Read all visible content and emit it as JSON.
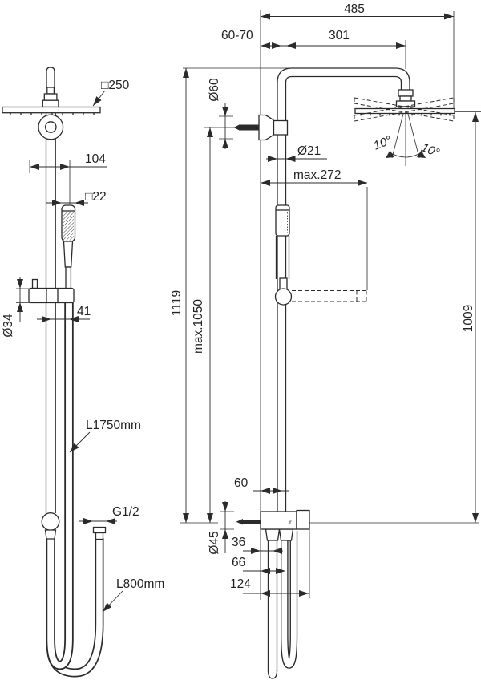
{
  "colors": {
    "line": "#2b2b2b",
    "background": "#ffffff"
  },
  "side_view": {
    "head_size_label": "□250",
    "head_offset_label": "104",
    "handspray_size_label": "□22",
    "slider_diameter_label": "Ø34",
    "slider_offset_label": "41",
    "shower_hose_label": "L1750mm",
    "thread_label": "G1/2",
    "inlet_hose_label": "L800mm"
  },
  "front_view": {
    "overall_width_label": "485",
    "wall_offset_label": "60-70",
    "arm_projection_label": "301",
    "escutcheon_label": "Ø60",
    "riser_diameter_label": "Ø21",
    "max_slider_reach_label": "max.272",
    "head_tilt_left_label": "10°",
    "head_tilt_right_label": "10°",
    "riser_height_label": "1119",
    "max_inlet_height_label": "max.1050",
    "head_height_label": "1009",
    "outlet_offset_label": "60",
    "valve_diameter_label": "Ø45",
    "hose_offset_1_label": "36",
    "hose_offset_2_label": "66",
    "valve_width_label": "124",
    "valve_mark": "r"
  }
}
